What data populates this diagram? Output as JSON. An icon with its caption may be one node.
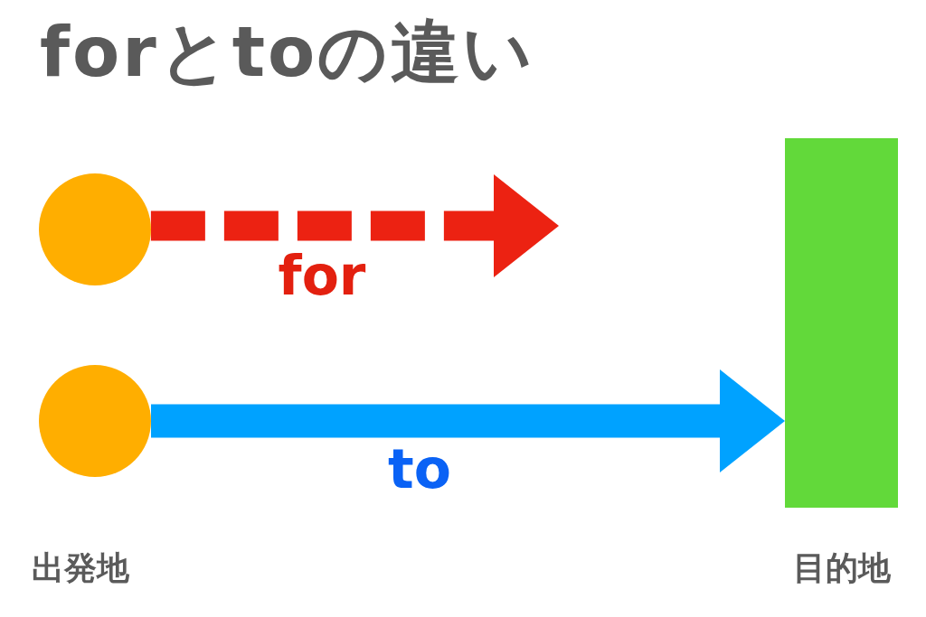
{
  "diagram": {
    "title": "forとtoの違い",
    "nodes": [
      {
        "text": [],
        "shape": "circle"
      },
      {
        "text": [],
        "shape": "circle"
      },
      {
        "text": [],
        "shape": "bar",
        "beside": [
          "目的地"
        ]
      }
    ],
    "edges": [
      {
        "from": 0,
        "to": null,
        "arrow": "to",
        "label": "for",
        "style": "dashed",
        "color": "#ec2212"
      },
      {
        "from": 1,
        "to": 2,
        "arrow": "to",
        "label": "to",
        "color": "#00a2ff"
      }
    ],
    "labels": [
      "出発地"
    ]
  }
}
